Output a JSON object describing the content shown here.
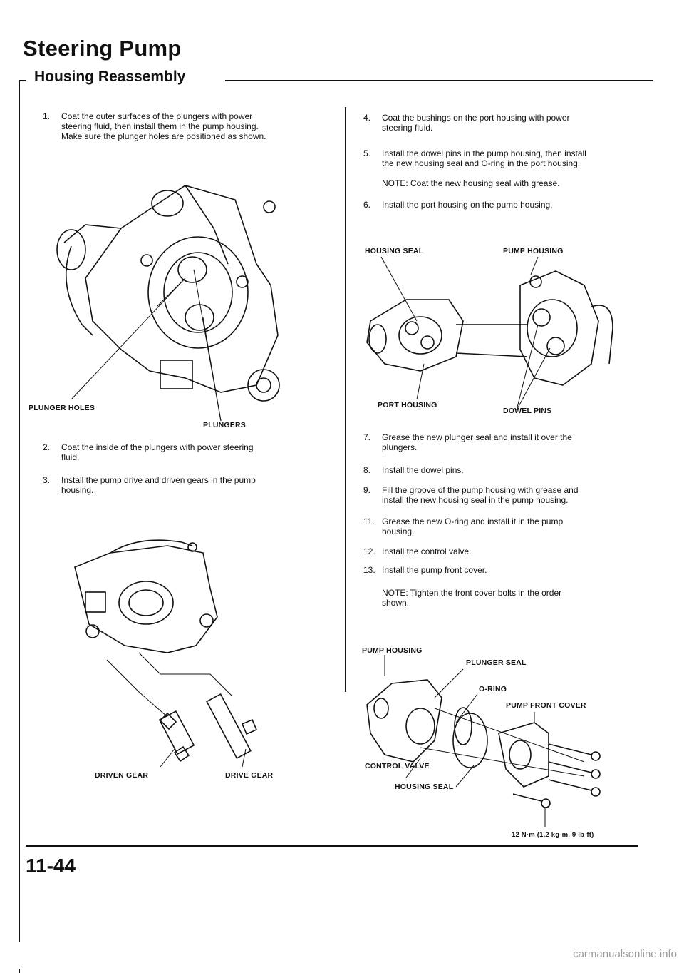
{
  "header": {
    "title": "Steering Pump",
    "section": "Housing Reassembly"
  },
  "left_column": {
    "steps": [
      {
        "num": "1.",
        "lines": [
          "Coat the outer surfaces of the plungers with power",
          "steering fluid, then install them in the pump housing.",
          "Make sure the plunger holes are positioned as shown."
        ]
      },
      {
        "num": "2.",
        "lines": [
          "Coat the inside of the plungers with power steering",
          "fluid."
        ]
      },
      {
        "num": "3.",
        "lines": [
          "Install the pump drive and driven gears in the pump",
          "housing."
        ]
      }
    ],
    "figure1_labels": {
      "plunger_holes": "PLUNGER HOLES",
      "plungers": "PLUNGERS"
    },
    "figure2_labels": {
      "driven_gear": "DRIVEN GEAR",
      "drive_gear": "DRIVE GEAR"
    }
  },
  "right_column": {
    "steps_a": [
      {
        "num": "4.",
        "lines": [
          "Coat the bushings on the port housing with power",
          "steering fluid."
        ]
      },
      {
        "num": "5.",
        "lines": [
          "Install the dowel pins in the pump housing, then install",
          "the new housing seal and O-ring in the port housing."
        ]
      }
    ],
    "note_a": "NOTE: Coat the new housing seal with grease.",
    "step_6": {
      "num": "6.",
      "lines": [
        "Install the port housing on the pump housing."
      ]
    },
    "figure3_labels": {
      "housing_seal": "HOUSING SEAL",
      "pump_housing": "PUMP HOUSING",
      "port_housing": "PORT HOUSING",
      "dowel_pins": "DOWEL PINS"
    },
    "steps_b": [
      {
        "num": "7.",
        "lines": [
          "Grease the new plunger seal and install it over the",
          "plungers."
        ]
      },
      {
        "num": "8.",
        "lines": [
          "Install the dowel pins."
        ]
      },
      {
        "num": "9.",
        "lines": [
          "Fill the groove of the pump housing with grease and",
          "install the new housing seal in the pump housing."
        ]
      },
      {
        "num": "11.",
        "lines": [
          "Grease the new O-ring and install it in the pump",
          "housing."
        ]
      },
      {
        "num": "12.",
        "lines": [
          "Install the control valve."
        ]
      },
      {
        "num": "13.",
        "lines": [
          "Install the pump front cover."
        ]
      }
    ],
    "note_b": [
      "NOTE: Tighten the front cover bolts in the order",
      "shown."
    ],
    "figure4_labels": {
      "pump_housing": "PUMP HOUSING",
      "plunger_seal": "PLUNGER SEAL",
      "o_ring": "O-RING",
      "pump_front_cover": "PUMP FRONT COVER",
      "control_valve": "CONTROL VALVE",
      "housing_seal": "HOUSING SEAL",
      "torque": "12 N·m (1.2 kg-m, 9 lb-ft)"
    }
  },
  "footer": {
    "page_number": "11-44",
    "watermark": "carmanualsonline.info"
  }
}
